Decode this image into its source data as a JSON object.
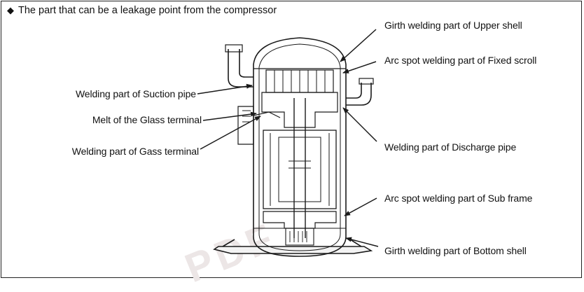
{
  "heading": {
    "bullet_icon": "diamond-bullet-icon",
    "text": "The part that can be a leakage point from the compressor"
  },
  "labels_left": [
    {
      "id": "suction-pipe",
      "text": "Welding part of Suction pipe"
    },
    {
      "id": "glass-terminal-melt",
      "text": "Melt of the Glass terminal"
    },
    {
      "id": "gass-terminal-weld",
      "text": "Welding part of  Gass terminal"
    }
  ],
  "labels_right": [
    {
      "id": "upper-shell",
      "text": "Girth welding part of  Upper shell"
    },
    {
      "id": "fixed-scroll",
      "text": "Arc spot welding part of Fixed scroll"
    },
    {
      "id": "discharge-pipe",
      "text": "Welding part of Discharge pipe"
    },
    {
      "id": "sub-frame",
      "text": "Arc spot welding part of Sub frame"
    },
    {
      "id": "bottom-shell",
      "text": "Girth welding part of  Bottom shell"
    }
  ],
  "watermark": "PDF",
  "colors": {
    "line": "#1a1a1a",
    "background": "#ffffff"
  }
}
